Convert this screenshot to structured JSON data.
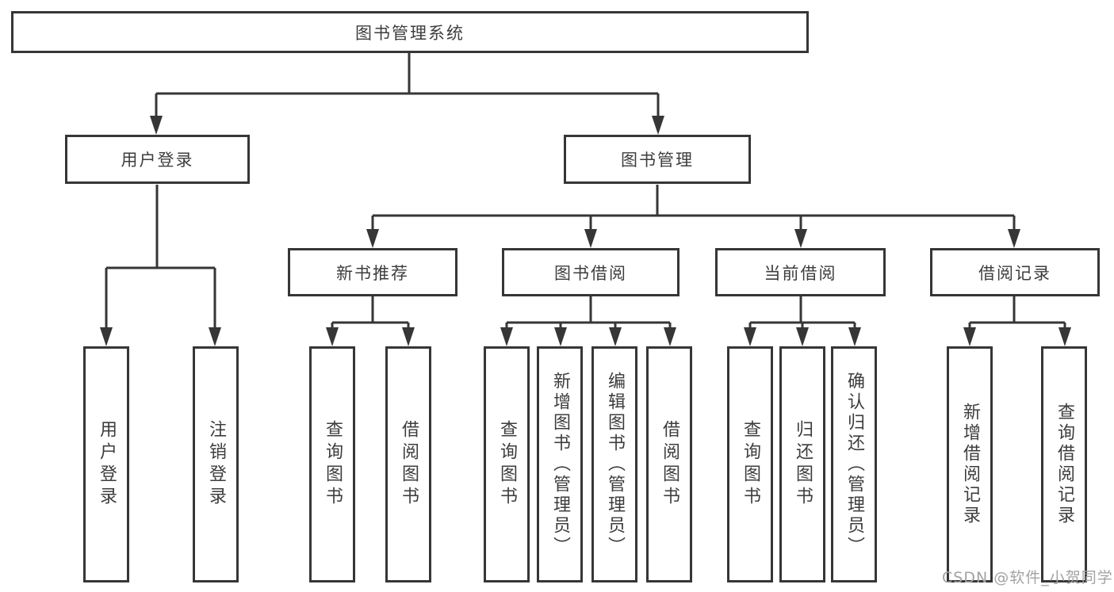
{
  "diagram_title": "图书管理系统",
  "tree": {
    "label": "图书管理系统",
    "children": [
      {
        "label": "用户登录",
        "children": [
          {
            "label": "用户登录"
          },
          {
            "label": "注销登录"
          }
        ]
      },
      {
        "label": "图书管理",
        "children": [
          {
            "label": "新书推荐",
            "children": [
              {
                "label": "查询图书"
              },
              {
                "label": "借阅图书"
              }
            ]
          },
          {
            "label": "图书借阅",
            "children": [
              {
                "label": "查询图书"
              },
              {
                "label": "新增图书（管理员）"
              },
              {
                "label": "编辑图书（管理员）"
              },
              {
                "label": "借阅图书"
              }
            ]
          },
          {
            "label": "当前借阅",
            "children": [
              {
                "label": "查询图书"
              },
              {
                "label": "归还图书"
              },
              {
                "label": "确认归还（管理员）"
              }
            ]
          },
          {
            "label": "借阅记录",
            "children": [
              {
                "label": "新增借阅记录"
              },
              {
                "label": "查询借阅记录"
              }
            ]
          }
        ]
      }
    ]
  },
  "watermark": "CSDN @软件_小贺同学",
  "colors": {
    "line": "#363636",
    "text": "#3d3d3d",
    "watermark": "#a3a3a3",
    "background": "#ffffff"
  }
}
